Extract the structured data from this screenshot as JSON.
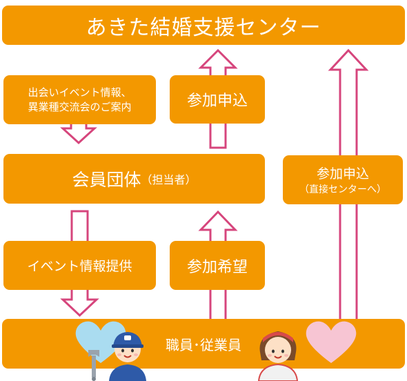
{
  "center": {
    "title": "あきた結婚支援センター"
  },
  "info_box": {
    "line1": "出会いイベント情報、",
    "line2": "異業種交流会のご案内"
  },
  "apply_box_top": {
    "label": "参加申込"
  },
  "member_group": {
    "name": "会員団体",
    "note": "（担当者）"
  },
  "direct_apply": {
    "label": "参加申込",
    "note": "（直接センターへ）"
  },
  "event_info_box": {
    "label": "イベント情報提供"
  },
  "hope_box": {
    "label": "参加希望"
  },
  "employees": {
    "label": "職員･従業員"
  },
  "colors": {
    "box": "#f39800",
    "arrow": "#d6457c",
    "heart_blue": "#aadcf0",
    "heart_pink": "#f7c5d3"
  }
}
